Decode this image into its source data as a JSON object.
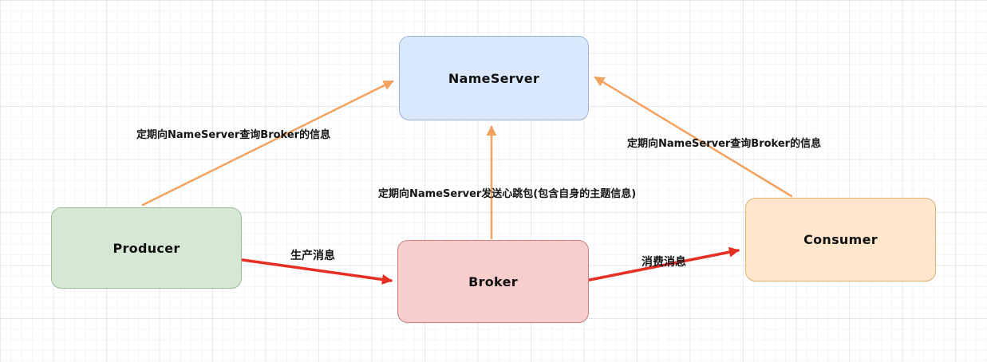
{
  "diagram": {
    "nodes": {
      "nameserver": {
        "label": "NameServer"
      },
      "producer": {
        "label": "Producer"
      },
      "broker": {
        "label": "Broker"
      },
      "consumer": {
        "label": "Consumer"
      }
    },
    "edges": {
      "producer_to_nameserver": {
        "label": "定期向NameServer查询Broker的信息"
      },
      "broker_to_nameserver": {
        "label": "定期向NameServer发送心跳包(包含自身的主题信息)"
      },
      "consumer_to_nameserver": {
        "label": "定期向NameServer查询Broker的信息"
      },
      "producer_to_broker": {
        "label": "生产消息"
      },
      "broker_to_consumer": {
        "label": "消费消息"
      }
    },
    "colors": {
      "nameserver_fill": "#dae8fc",
      "nameserver_border": "#9cb3d6",
      "producer_fill": "#d5e8d4",
      "producer_border": "#9dbd93",
      "broker_fill": "#f8cecc",
      "broker_border": "#c7807b",
      "consumer_fill": "#ffe6cc",
      "consumer_border": "#ddb26e",
      "query_arrow": "#f2a25f",
      "message_arrow": "#e62e22"
    }
  }
}
